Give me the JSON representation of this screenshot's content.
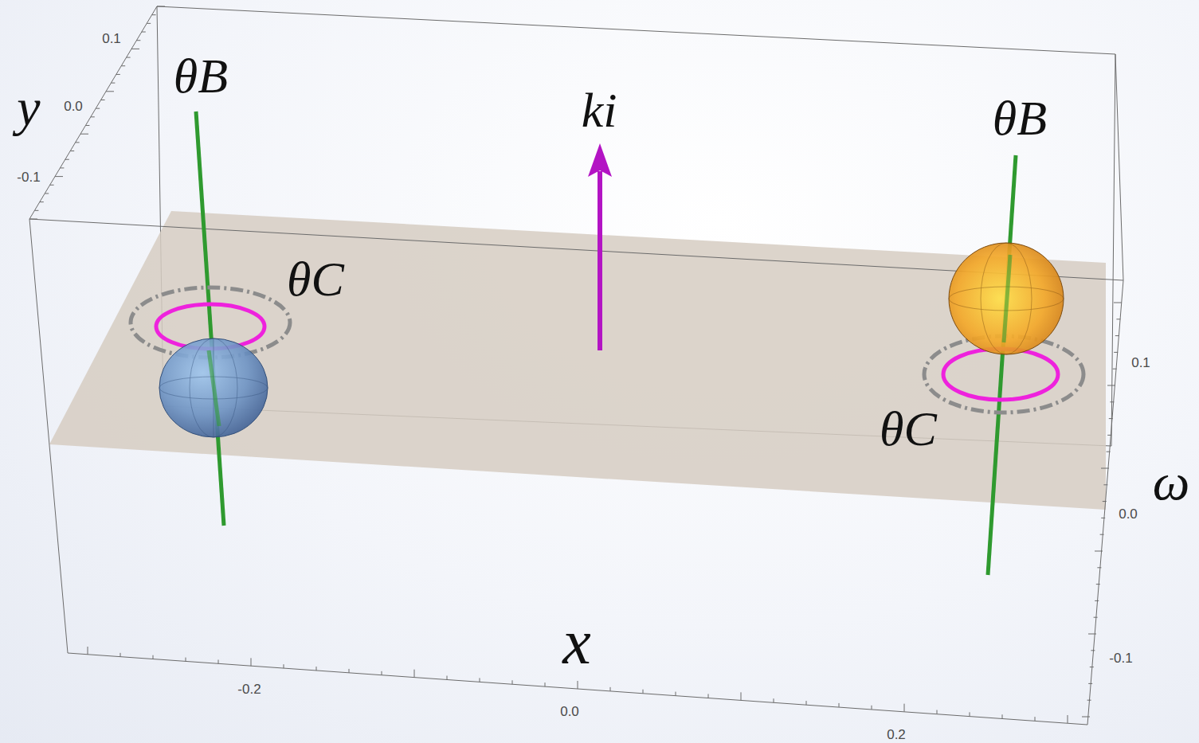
{
  "diagram": {
    "labels": [
      "y",
      "0.1",
      "0.0",
      "-0.1",
      "θB",
      "ki",
      "θB",
      "θC",
      "θC",
      "ω",
      "0.1",
      "0.0",
      "-0.1",
      "x",
      "-0.2",
      "0.0",
      "0.2"
    ]
  }
}
